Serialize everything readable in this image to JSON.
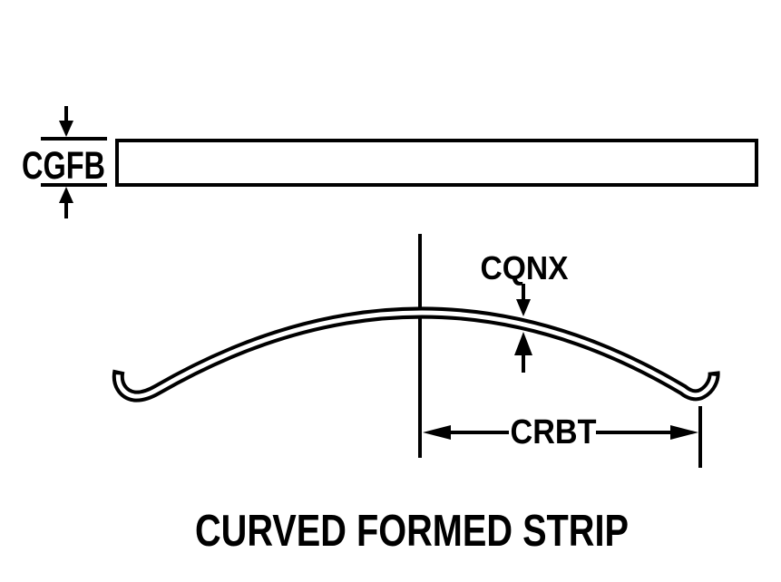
{
  "title": "CURVED FORMED STRIP",
  "labels": {
    "strip_thickness": "CGFB",
    "camber_height": "CQNX",
    "half_chord": "CRBT"
  },
  "colors": {
    "line": "#000000",
    "background": "#ffffff"
  }
}
